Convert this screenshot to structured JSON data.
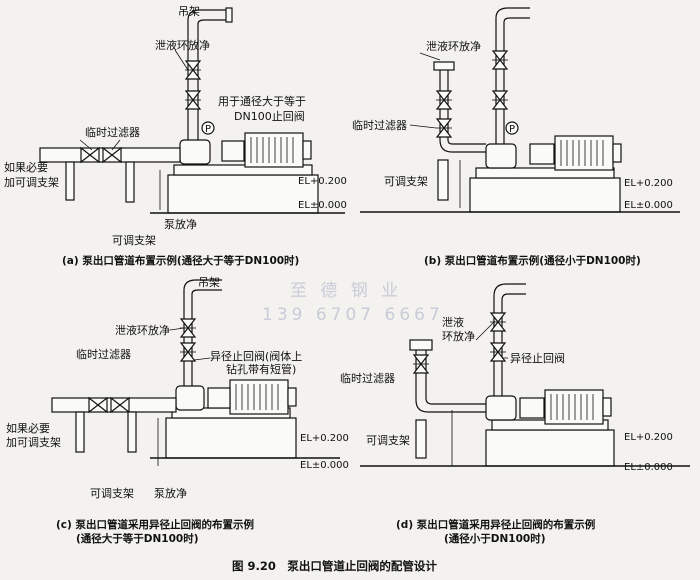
{
  "figure_title": "图 9.20　泵出口管道止回阀的配管设计",
  "watermark": {
    "line1": "至 德 钢 业",
    "line2": "139 6707 6667"
  },
  "panels": {
    "a": {
      "caption": "(a) 泵出口管道布置示例(通径大于等于DN100时)",
      "labels": {
        "hanger": "吊架",
        "drain": "泄液环放净",
        "check_note_1": "用于通径大于等于",
        "check_note_2": "DN100止回阀",
        "filter": "临时过滤器",
        "support_if_1": "如果必要",
        "support_if_2": "加可调支架",
        "adj_support": "可调支架",
        "pump_drain": "泵放净",
        "el1": "EL+0.200",
        "el0": "EL±0.000",
        "p": "P"
      }
    },
    "b": {
      "caption": "(b) 泵出口管道布置示例(通径小于DN100时)",
      "labels": {
        "drain": "泄液环放净",
        "filter": "临时过滤器",
        "adj_support": "可调支架",
        "el1": "EL+0.200",
        "el0": "EL±0.000",
        "p": "P"
      }
    },
    "c": {
      "caption_1": "(c) 泵出口管道采用异径止回阀的布置示例",
      "caption_2": "(通径大于等于DN100时)",
      "labels": {
        "hanger": "吊架",
        "drain": "泄液环放净",
        "filter": "临时过滤器",
        "reducer_1": "异径止回阀(阀体上",
        "reducer_2": "钻孔带有短管)",
        "support_if_1": "如果必要",
        "support_if_2": "加可调支架",
        "adj_support": "可调支架",
        "pump_drain": "泵放净",
        "el1": "EL+0.200",
        "el0": "EL±0.000"
      }
    },
    "d": {
      "caption_1": "(d) 泵出口管道采用异径止回阀的布置示例",
      "caption_2": "(通径小于DN100时)",
      "labels": {
        "drain_1": "泄液",
        "drain_2": "环放净",
        "reducer": "异径止回阀",
        "filter": "临时过滤器",
        "adj_support": "可调支架",
        "el1": "EL+0.200",
        "el0": "EL±0.000"
      }
    }
  }
}
